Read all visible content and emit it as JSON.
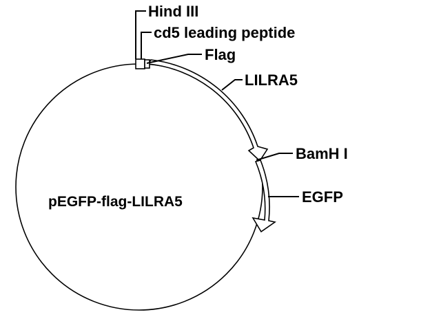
{
  "diagram": {
    "plasmid_name": "pEGFP-flag-LILRA5",
    "features": {
      "hind3": "Hind III",
      "cd5": "cd5 leading peptide",
      "flag": "Flag",
      "lilra5": "LILRA5",
      "bamh1": "BamH I",
      "egfp": "EGFP"
    },
    "colors": {
      "stroke": "#000000",
      "background": "#ffffff"
    }
  }
}
